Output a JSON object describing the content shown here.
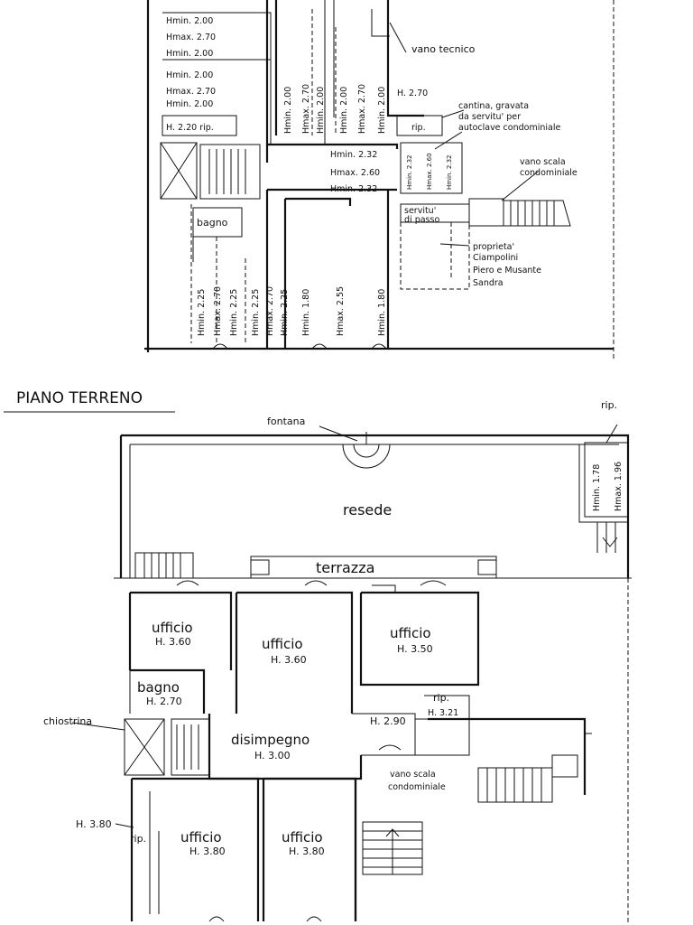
{
  "upper": {
    "heights_left": [
      "Hmin. 2.00",
      "Hmax. 2.70",
      "Hmin. 2.00",
      "Hmin. 2.00",
      "Hmax. 2.70",
      "Hmin. 2.00"
    ],
    "rip_left": "H. 2.20 rip.",
    "vano_tecnico": "vano tecnico",
    "vert_top": [
      "Hmin. 2.00",
      "Hmax. 2.70",
      "Hmin. 2.00",
      "Hmin. 2.00",
      "Hmax. 2.70",
      "Hmin. 2.00"
    ],
    "h270": "H. 2.70",
    "rip_right": "rip.",
    "cantina": [
      "cantina, gravata",
      "da servitu' per",
      "autoclave condominiale"
    ],
    "mid_heights": [
      "Hmin. 2.32",
      "Hmax. 2.60",
      "Hmin. 2.32"
    ],
    "small_vert": [
      "Hmin. 2.32",
      "Hmax. 2.60",
      "Hmin. 2.32"
    ],
    "vano_scala": [
      "vano scala",
      "condominiale"
    ],
    "bagno": "bagno",
    "servitu": [
      "servitu'",
      "di passo"
    ],
    "proprieta": [
      "proprieta'",
      "Ciampolini",
      "Piero e Musante",
      "Sandra"
    ],
    "vert_bottom": [
      "Hmin. 2.25",
      "Hmax. 2.70",
      "Hmin. 2.25",
      "Hmin. 2.25",
      "Hmax. 2.70",
      "Hmin. 2.25",
      "Hmin. 1.80",
      "Hmax. 2.55",
      "Hmin. 1.80"
    ]
  },
  "ground": {
    "title": "PIANO TERRENO",
    "fontana": "fontana",
    "rip_top": "rip.",
    "rip_top_heights": [
      "Hmin. 1.78",
      "Hmax. 1.96"
    ],
    "resede": "resede",
    "terrazza": "terrazza",
    "rooms": [
      {
        "name": "ufficio",
        "h": "H. 3.60"
      },
      {
        "name": "ufficio",
        "h": "H. 3.60"
      },
      {
        "name": "ufficio",
        "h": "H. 3.50"
      },
      {
        "name": "bagno",
        "h": "H. 2.70"
      },
      {
        "name": "disimpegno",
        "h": "H. 3.00"
      },
      {
        "name": "ufficio",
        "h": "H. 3.80"
      },
      {
        "name": "ufficio",
        "h": "H. 3.80"
      }
    ],
    "h290": "H. 2.90",
    "rip_mid": "rip.",
    "rip_mid_h": "H. 3.21",
    "chiostrina": "chiostrina",
    "vano_scala": [
      "vano scala",
      "condominiale"
    ],
    "h380_left": "H. 3.80",
    "rip_left": "rip."
  }
}
